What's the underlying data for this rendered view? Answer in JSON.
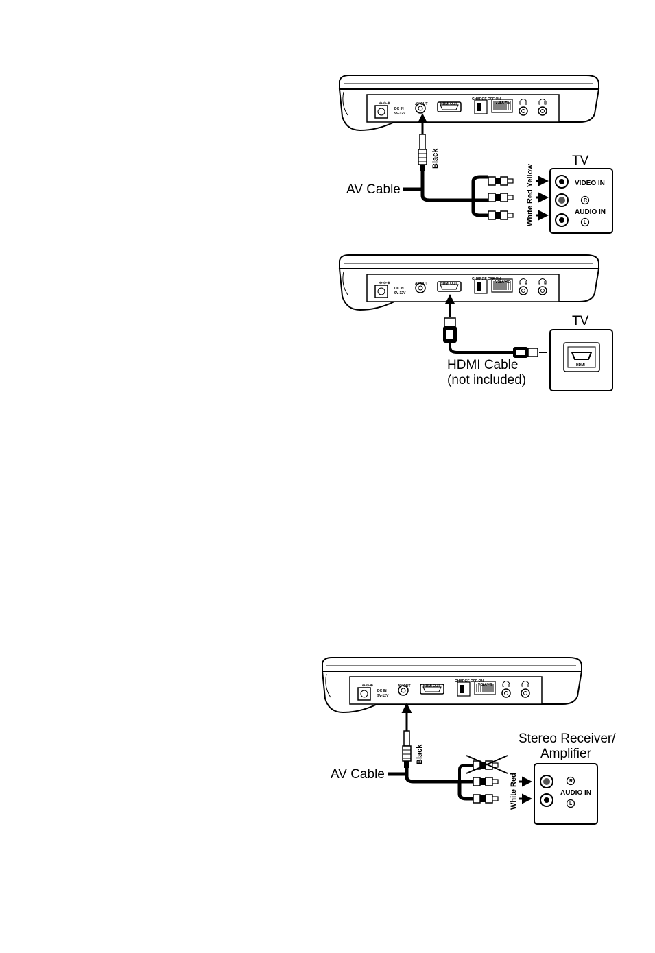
{
  "player_panel": {
    "dc_in_symbol": "⊖-⊙-⊕",
    "dc_in": "DC IN",
    "dc_in_voltage": "9V-12V",
    "av_out": "AV OUT",
    "hdmi_out": "HDMI OUT",
    "switch_labels": "CHARGE OFF ON",
    "volume": "VOLUME"
  },
  "diagram1": {
    "cable_label": "AV Cable",
    "plug_color": "Black",
    "rca_colors": "White Red Yellow",
    "tv_title": "TV",
    "video_in": "VIDEO IN",
    "audio_in": "AUDIO IN",
    "r_mark": "R",
    "l_mark": "L"
  },
  "diagram2": {
    "cable_label_line1": "HDMI Cable",
    "cable_label_line2": "(not included)",
    "tv_title": "TV",
    "hdmi_port_label": "HDMI"
  },
  "diagram3": {
    "cable_label": "AV Cable",
    "plug_color": "Black",
    "rca_colors": "White Red",
    "receiver_title_line1": "Stereo Receiver/",
    "receiver_title_line2": "Amplifier",
    "audio_in": "AUDIO IN",
    "r_mark": "R",
    "l_mark": "L"
  }
}
